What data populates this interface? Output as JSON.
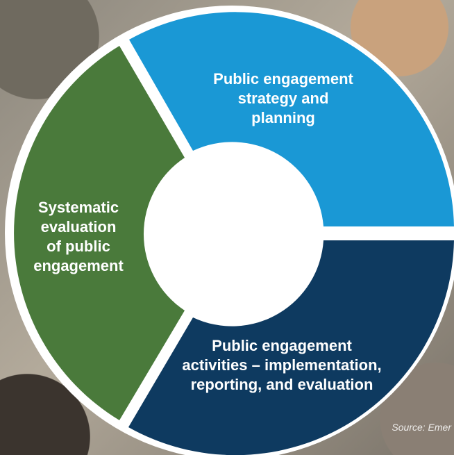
{
  "segments": [
    {
      "label": "Public engagement\nstrategy and\nplanning",
      "color": "#1a98d5"
    },
    {
      "label": "Public engagement\nactivities – implementation,\nreporting, and evaluation",
      "color": "#0e3a60"
    },
    {
      "label": "Systematic\nevaluation\nof public\nengagement",
      "color": "#4a7a3b"
    }
  ],
  "source_text": "Source: Emer"
}
